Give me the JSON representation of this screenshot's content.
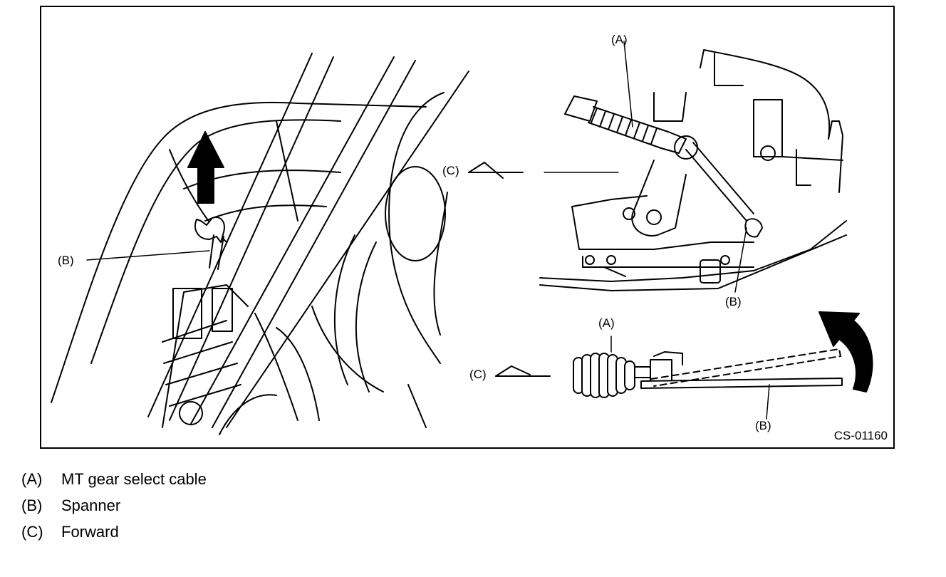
{
  "diagram": {
    "figure_id": "CS-01160",
    "callouts": {
      "left_b": "(B)",
      "top_a": "(A)",
      "top_c": "(C)",
      "top_b": "(B)",
      "bottom_a": "(A)",
      "bottom_c": "(C)",
      "bottom_b": "(B)"
    }
  },
  "legend": [
    {
      "key": "(A)",
      "text": "MT gear select cable"
    },
    {
      "key": "(B)",
      "text": "Spanner"
    },
    {
      "key": "(C)",
      "text": "Forward"
    }
  ]
}
